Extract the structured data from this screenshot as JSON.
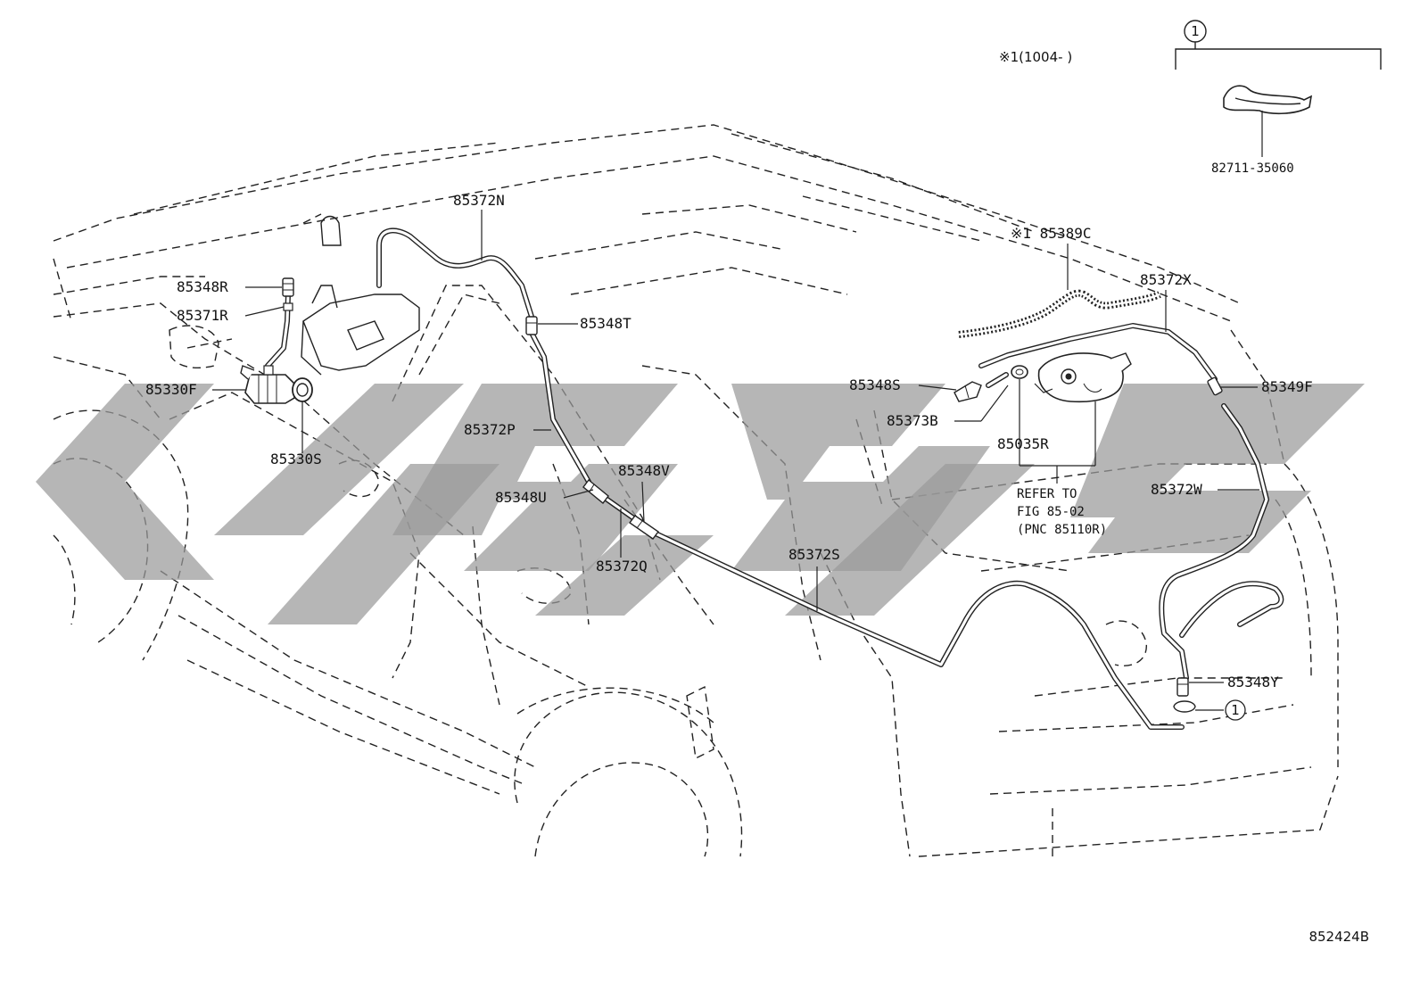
{
  "diagram": {
    "figure_code": "852424B",
    "inset": {
      "callout_number": "1",
      "serial_note": "※1(1004-      )",
      "part_label": "82711-35060"
    },
    "labels": {
      "p85372N": "85372N",
      "p85348R": "85348R",
      "p85371R": "85371R",
      "p85330F": "85330F",
      "p85330S": "85330S",
      "p85348T": "85348T",
      "p85372P": "85372P",
      "p85348U": "85348U",
      "p85348V": "85348V",
      "p85372Q": "85372Q",
      "p85372S": "85372S",
      "p85389C": "※1 85389C",
      "p85372X": "85372X",
      "p85348S": "85348S",
      "p85373B": "85373B",
      "p85035R": "85035R",
      "p85349F": "85349F",
      "p85372W": "85372W",
      "p85348Y": "85348Y",
      "callout_1": "1"
    },
    "refer_note": {
      "line1": "REFER TO",
      "line2": "FIG 85-02",
      "line3": "(PNC 85110R)"
    }
  }
}
